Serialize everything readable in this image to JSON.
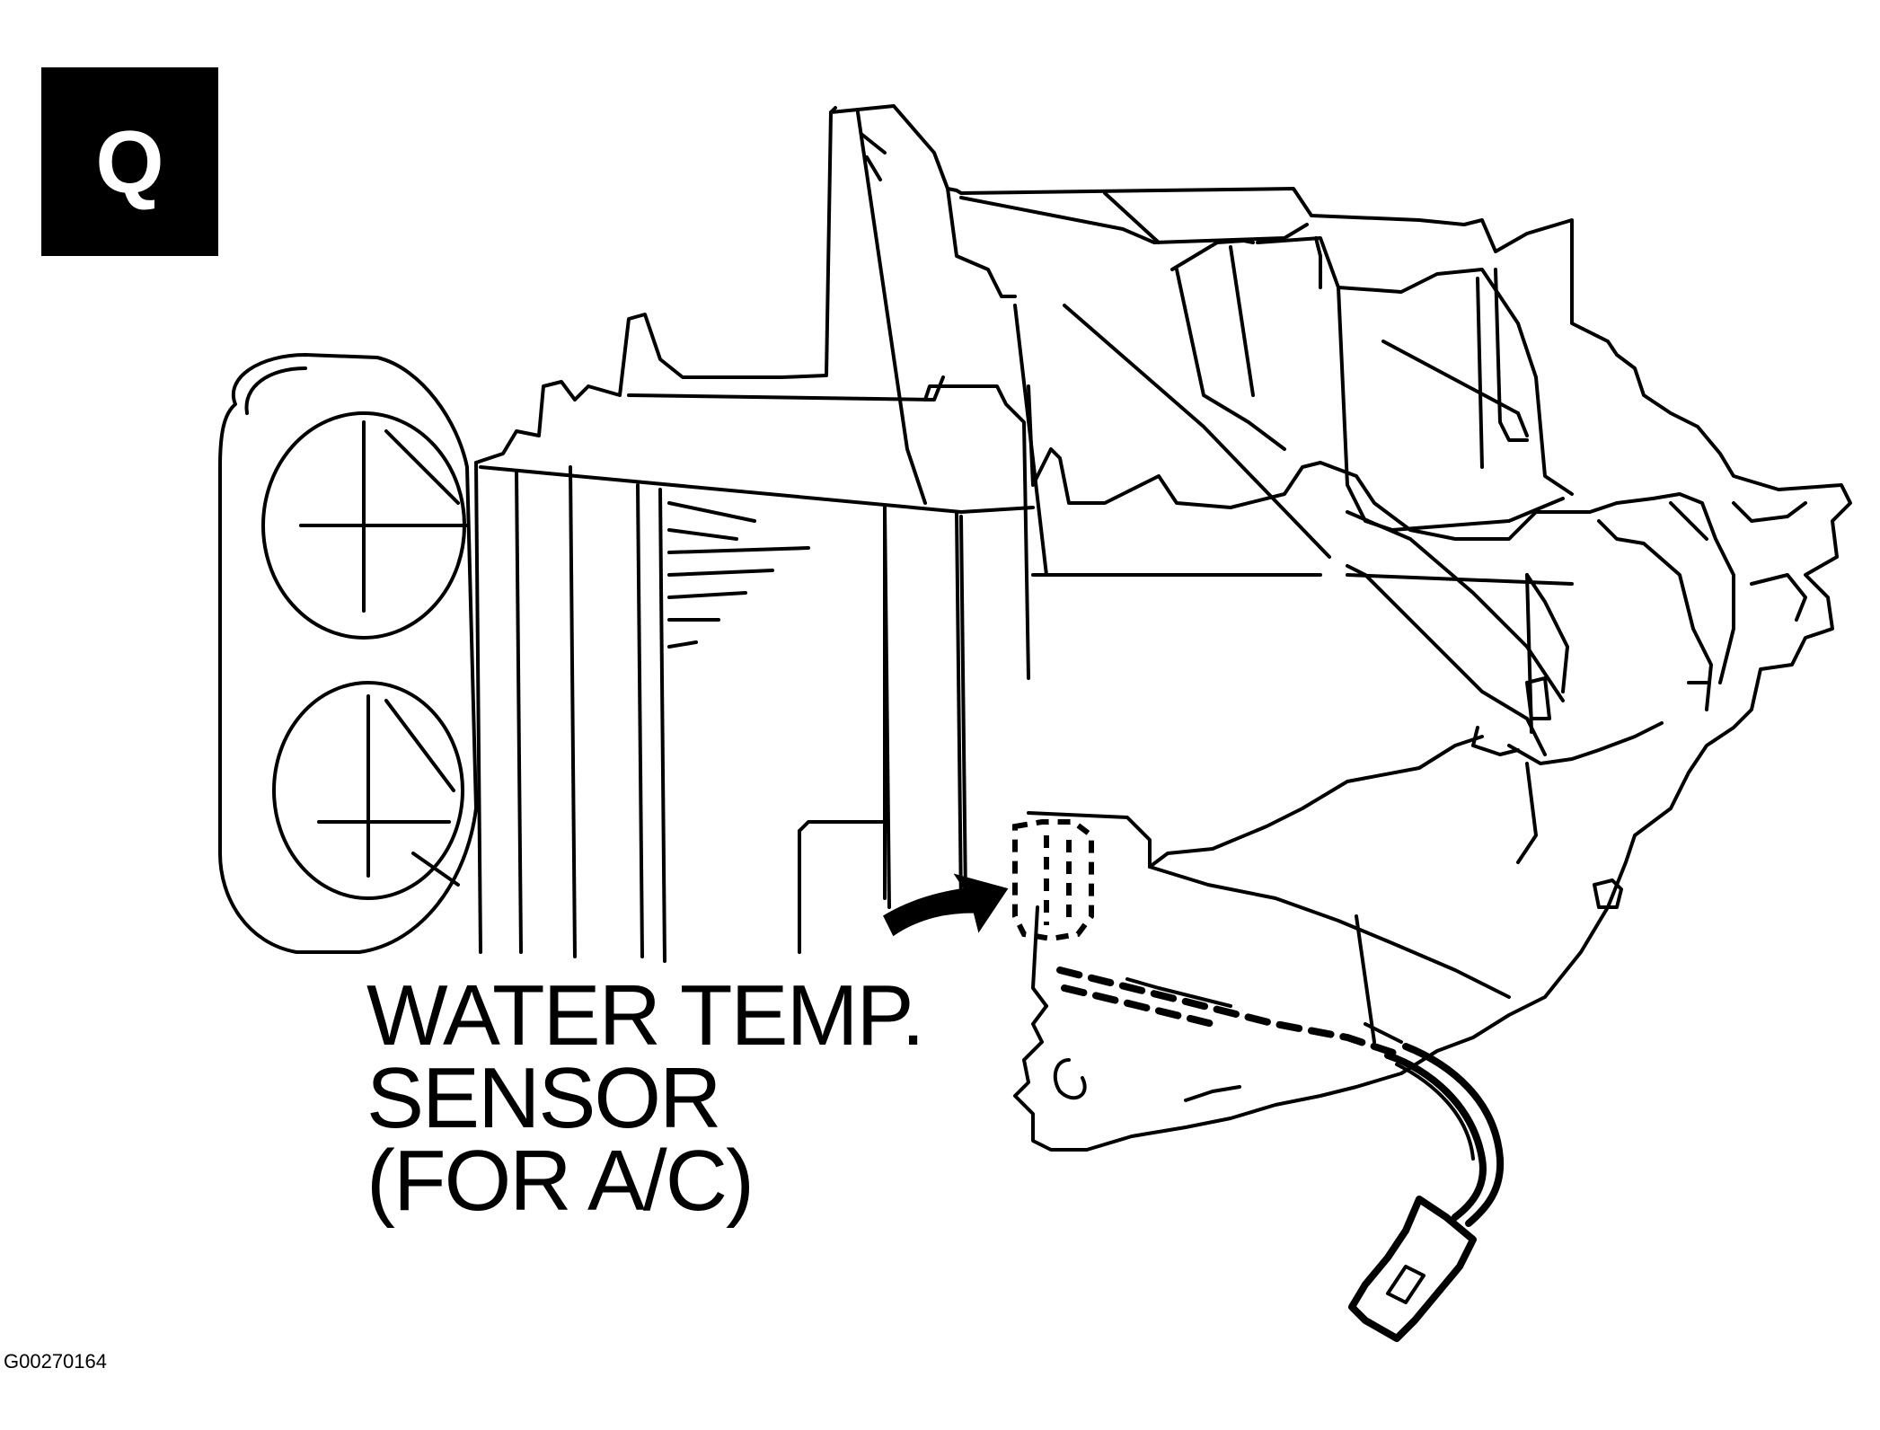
{
  "badge": {
    "letter": "Q"
  },
  "callout": {
    "lines": [
      "WATER TEMP.",
      "SENSOR",
      "(FOR A/C)"
    ]
  },
  "figure": {
    "id": "G00270164"
  },
  "colors": {
    "ink": "#000000",
    "paper": "#ffffff"
  }
}
